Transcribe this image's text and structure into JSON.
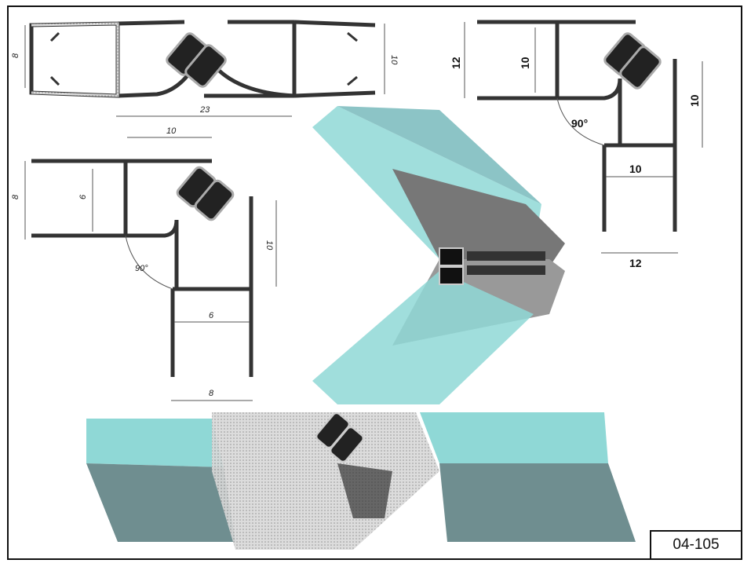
{
  "drawing_code": "04-105",
  "profile_straight": {
    "height_left": "8",
    "height_right": "10",
    "width": "23"
  },
  "profile_corner_large": {
    "height_outer": "12",
    "height_inner": "10",
    "height_side": "10",
    "angle": "90°",
    "inner_width": "10",
    "outer_width": "12"
  },
  "profile_corner_small": {
    "top_width": "10",
    "height_outer": "8",
    "height_inner": "6",
    "height_side": "10",
    "angle": "90°",
    "inner_width": "6",
    "outer_width": "8"
  },
  "colors": {
    "glass": "#8fd8d6",
    "profile": "#c8c8c8",
    "magnet": "#222222",
    "frame": "#111111"
  }
}
